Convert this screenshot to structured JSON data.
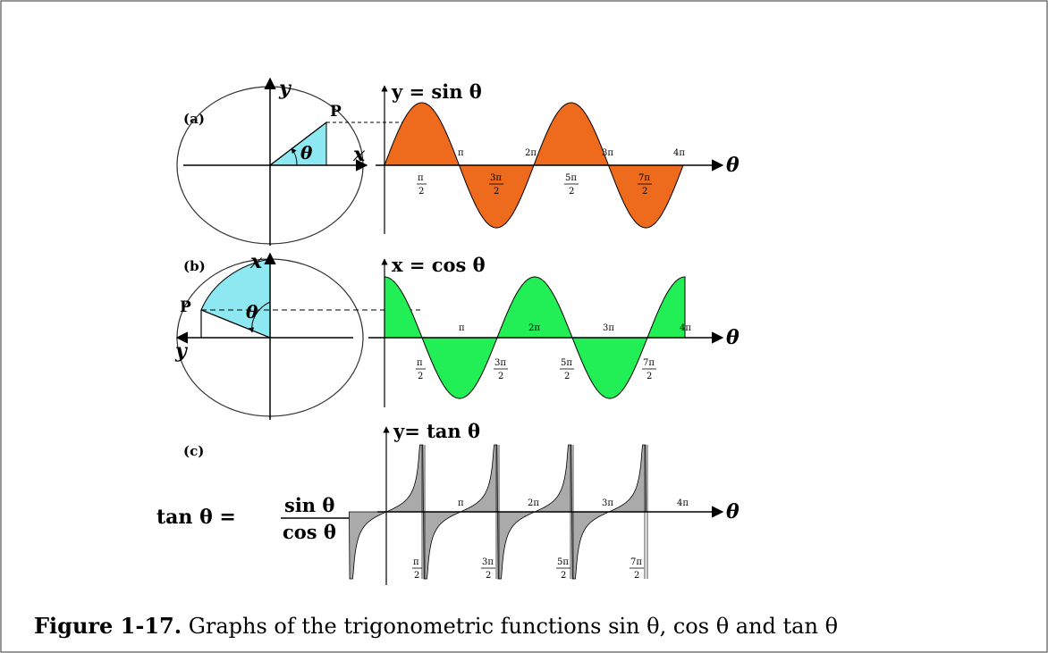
{
  "panel_a": {
    "tag": "(a)",
    "y_axis": "y",
    "x_axis": "x",
    "point": "P",
    "angle": "θ",
    "func_label": "y = sin θ",
    "theta_axis": "θ",
    "upper_ticks": [
      "π",
      "2π",
      "3π",
      "4π"
    ],
    "lower_ticks": [
      {
        "num": "π",
        "den": "2"
      },
      {
        "num": "3π",
        "den": "2"
      },
      {
        "num": "5π",
        "den": "2"
      },
      {
        "num": "7π",
        "den": "2"
      }
    ],
    "fill_color": "#ee6a1c",
    "wedge_color": "#8ee8f2"
  },
  "panel_b": {
    "tag": "(b)",
    "y_axis": "x",
    "x_axis": "y",
    "point": "P",
    "angle": "θ",
    "func_label": "x = cos θ",
    "theta_axis": "θ",
    "upper_ticks": [
      "π",
      "2π",
      "3π",
      "4π"
    ],
    "lower_ticks": [
      {
        "num": "π",
        "den": "2"
      },
      {
        "num": "3π",
        "den": "2"
      },
      {
        "num": "5π",
        "den": "2"
      },
      {
        "num": "7π",
        "den": "2"
      }
    ],
    "fill_color": "#22ee55",
    "wedge_color": "#8ee8f2"
  },
  "panel_c": {
    "tag": "(c)",
    "func_label": "y= tan θ",
    "theta_axis": "θ",
    "formula_lhs": "tan θ =",
    "formula_num": "sin θ",
    "formula_den": "cos θ",
    "upper_ticks": [
      "π",
      "2π",
      "3π",
      "4π"
    ],
    "lower_ticks": [
      {
        "num": "π",
        "den": "2"
      },
      {
        "num": "3π",
        "den": "2"
      },
      {
        "num": "5π",
        "den": "2"
      },
      {
        "num": "7π",
        "den": "2"
      }
    ],
    "fill_color": "#aaaaaa"
  },
  "caption": {
    "lead": "Figure 1-17.",
    "text": " Graphs of the trigonometric functions sin θ, cos θ and tan θ"
  }
}
